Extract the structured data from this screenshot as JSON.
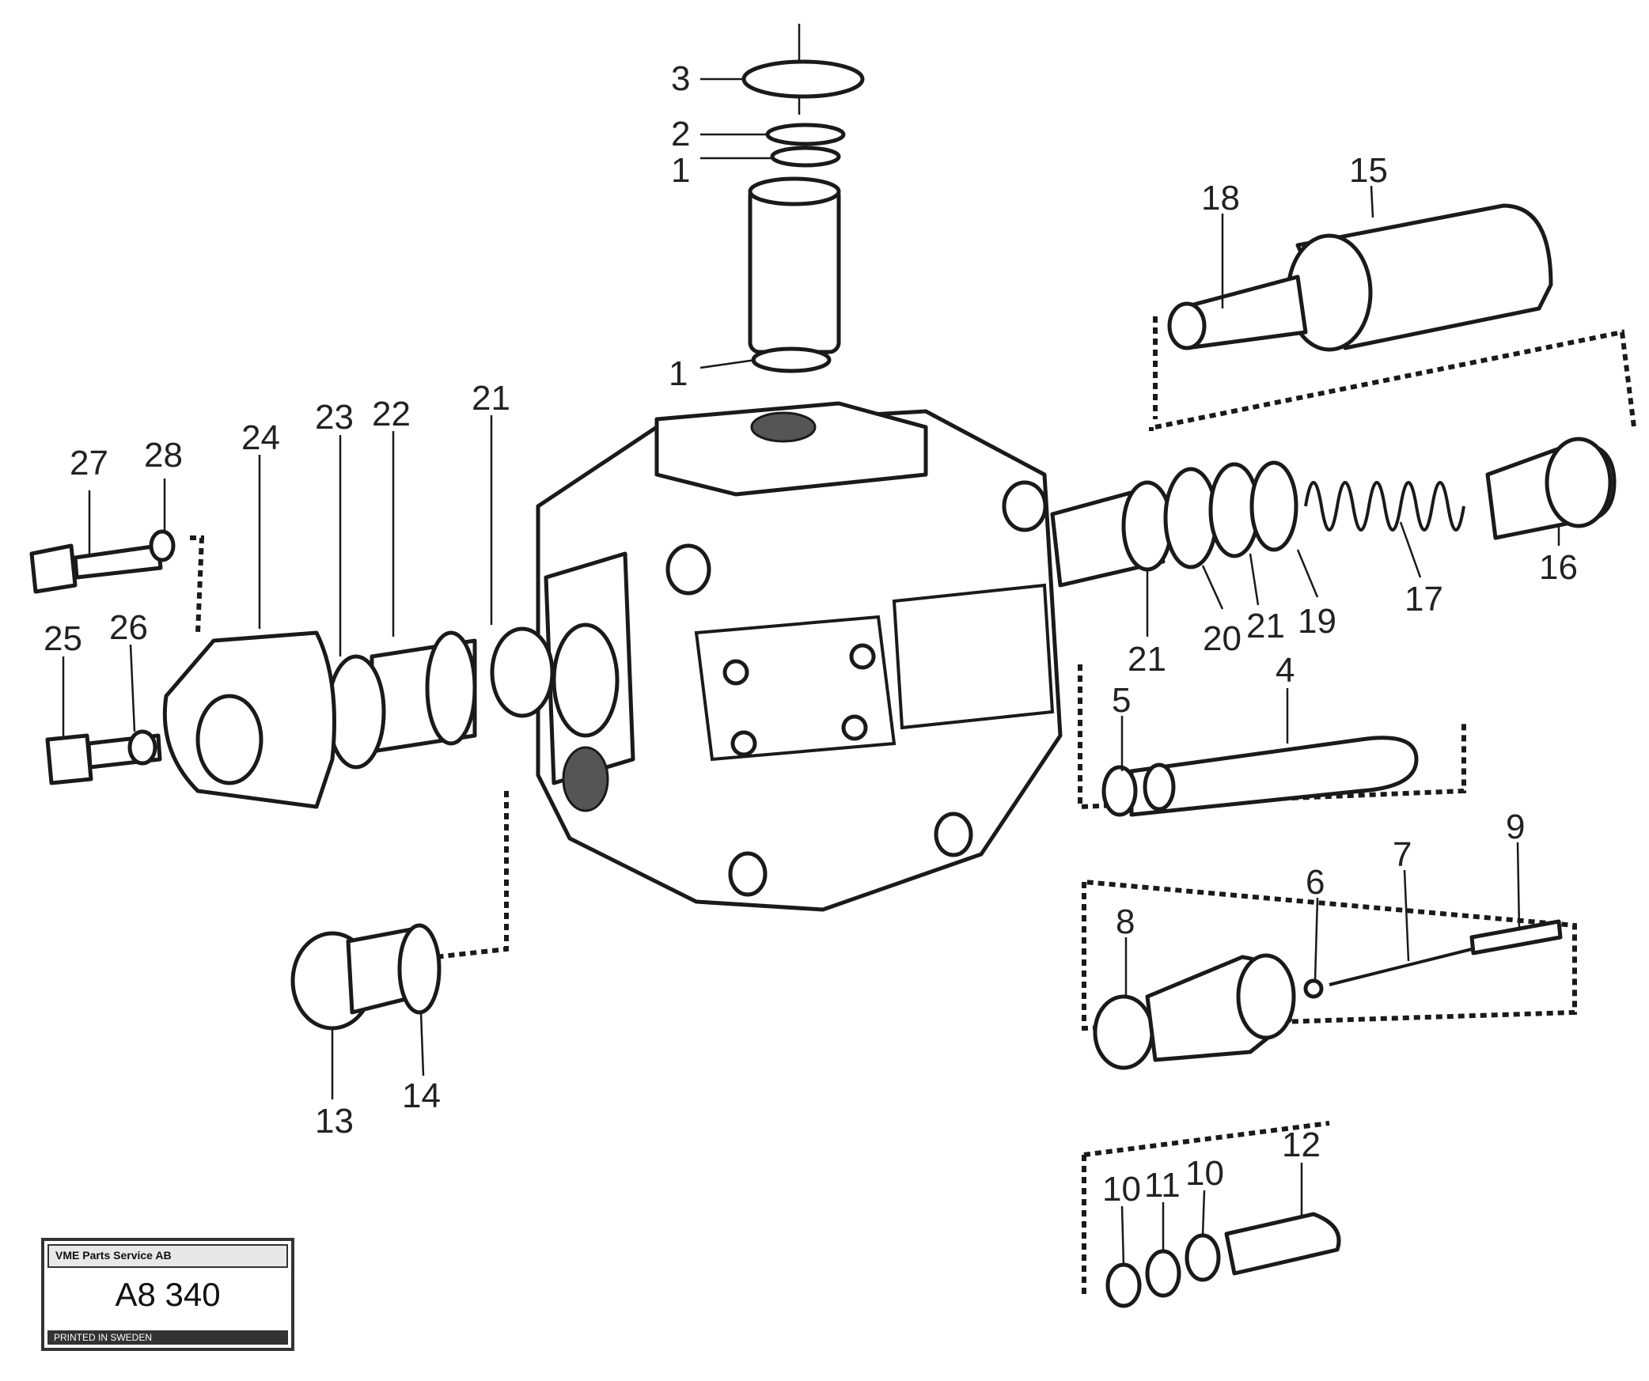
{
  "labels": {
    "l1a": "1",
    "l1b": "1",
    "l2": "2",
    "l3": "3",
    "l4": "4",
    "l5": "5",
    "l6": "6",
    "l7": "7",
    "l8": "8",
    "l9": "9",
    "l10a": "10",
    "l10b": "10",
    "l11": "11",
    "l12": "12",
    "l13": "13",
    "l14": "14",
    "l15": "15",
    "l16": "16",
    "l17": "17",
    "l18": "18",
    "l19": "19",
    "l20": "20",
    "l21a": "21",
    "l21b": "21",
    "l21c": "21",
    "l22": "22",
    "l23": "23",
    "l24": "24",
    "l25": "25",
    "l26": "26",
    "l27": "27",
    "l28": "28"
  },
  "ref_box": {
    "header": "VME Parts Service AB",
    "code": "A8 340",
    "footer": "PRINTED IN SWEDEN"
  }
}
